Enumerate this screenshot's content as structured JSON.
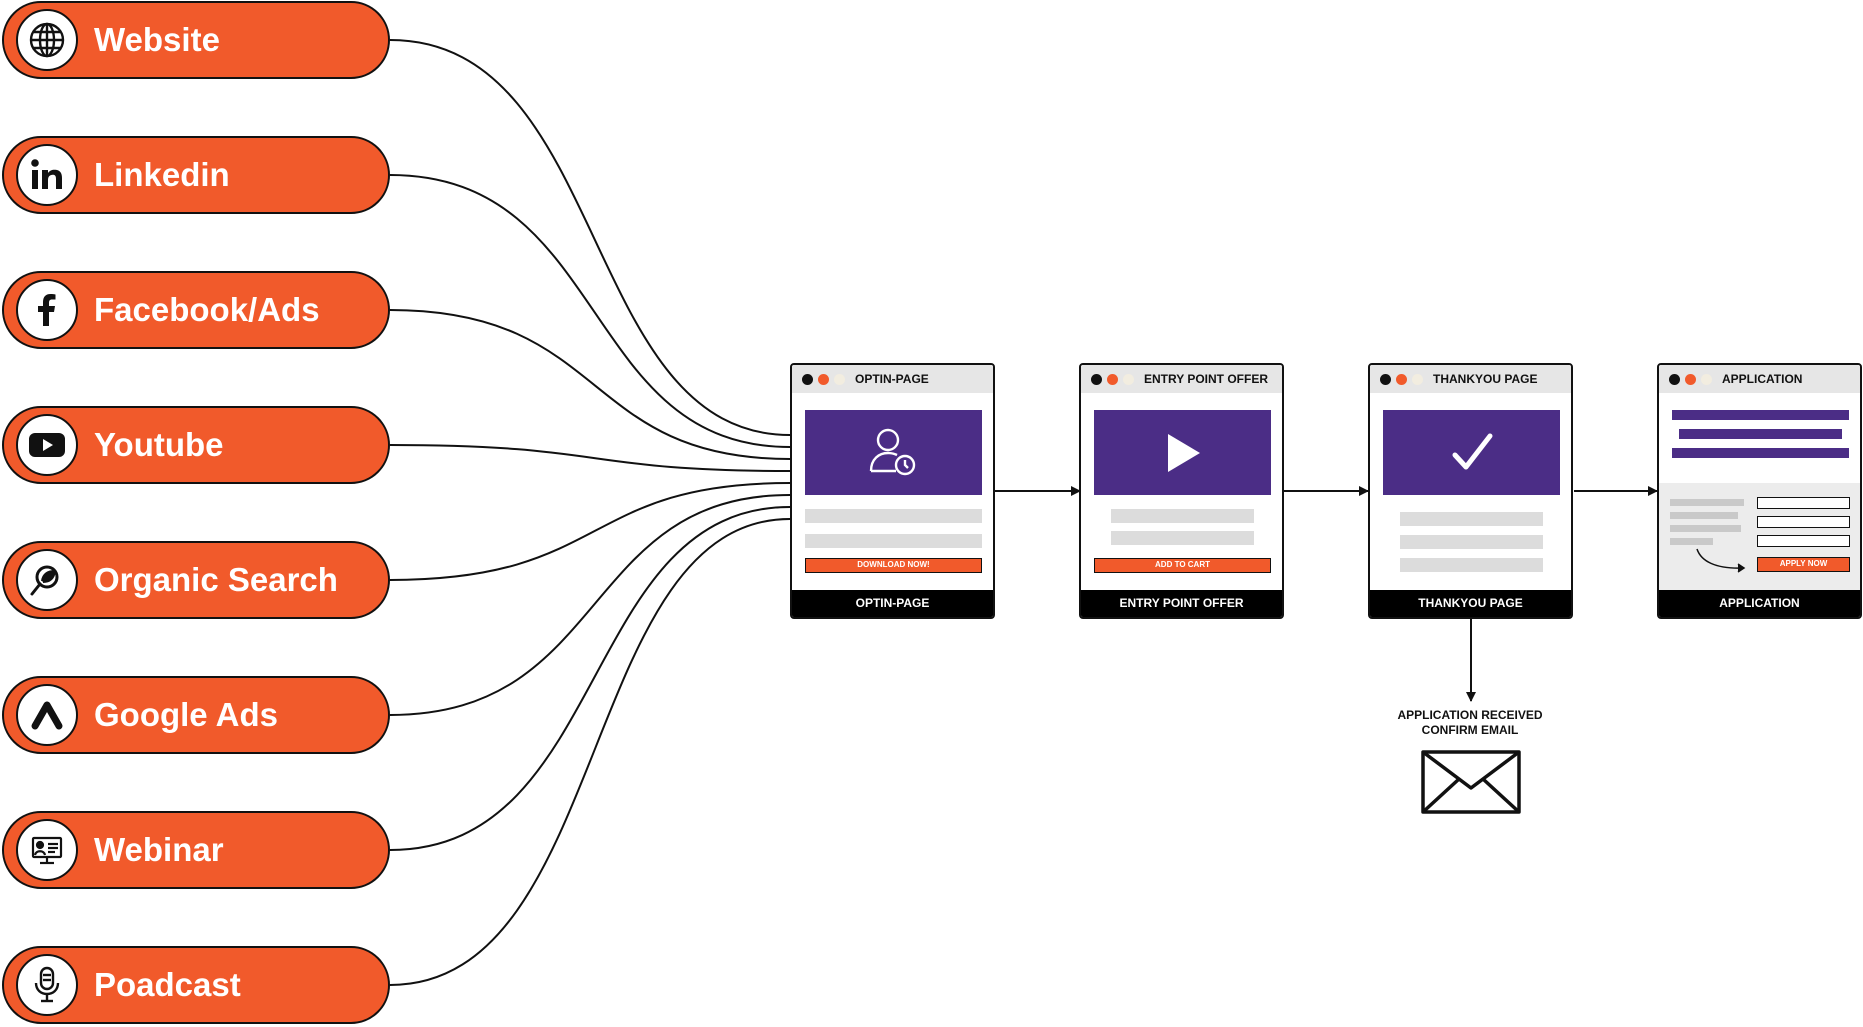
{
  "colors": {
    "accent": "#F15A2B",
    "purple": "#4B2D86",
    "dark": "#111111",
    "gray": "#DCDCDC"
  },
  "sources": [
    {
      "label": "Website",
      "icon": "globe-icon"
    },
    {
      "label": "Linkedin",
      "icon": "linkedin-icon"
    },
    {
      "label": "Facebook/Ads",
      "icon": "facebook-icon"
    },
    {
      "label": "Youtube",
      "icon": "youtube-icon"
    },
    {
      "label": "Organic Search",
      "icon": "search-leaf-icon"
    },
    {
      "label": "Google Ads",
      "icon": "google-ads-icon"
    },
    {
      "label": "Webinar",
      "icon": "webinar-icon"
    },
    {
      "label": "Poadcast",
      "icon": "microphone-icon"
    }
  ],
  "steps": [
    {
      "title": "OPTIN-PAGE",
      "footer": "OPTIN-PAGE",
      "cta": "DOWNLOAD NOW!",
      "icon": "user-clock-icon"
    },
    {
      "title": "ENTRY POINT OFFER",
      "footer": "ENTRY POINT OFFER",
      "cta": "ADD TO CART",
      "icon": "play-icon"
    },
    {
      "title": "THANKYOU PAGE",
      "footer": "THANKYOU PAGE",
      "icon": "checkmark-icon"
    },
    {
      "title": "APPLICATION",
      "footer": "APPLICATION",
      "cta": "APPLY NOW"
    }
  ],
  "email": {
    "line1": "APPLICATION RECEIVED",
    "line2": "CONFIRM EMAIL",
    "icon": "envelope-icon"
  }
}
